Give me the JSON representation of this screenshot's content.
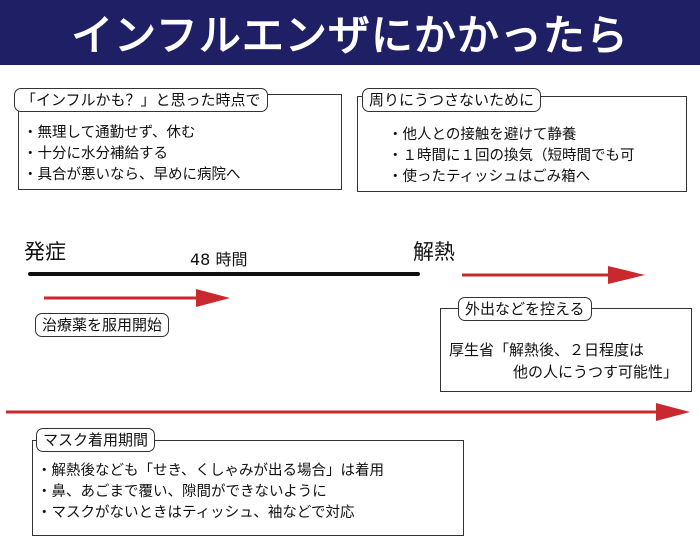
{
  "banner": {
    "title": "インフルエンザにかかったら"
  },
  "box_suspect": {
    "label": "「インフルかも？」と思った時点で",
    "items": [
      "無理して通勤せず、休む",
      "十分に水分補給する",
      "具合が悪いなら、早めに病院へ"
    ]
  },
  "box_prevent": {
    "label": "周りにうつさないために",
    "items": [
      "他人との接触を避けて静養",
      "１時間に１回の換気（短時間でも可",
      "使ったティッシュはごみ箱へ"
    ]
  },
  "timeline": {
    "onset": "発症",
    "hours": "48 時間",
    "fever_break": "解熱"
  },
  "treatment_label": "治療薬を服用開始",
  "box_outing": {
    "label": "外出などを控える",
    "line1": "厚生省「解熱後、２日程度は",
    "line2": "他の人にうつす可能性」"
  },
  "box_mask": {
    "label": "マスク着用期間",
    "items": [
      "解熱後なども「せき、くしゃみが出る場合」は着用",
      "鼻、あごまで覆い、隙間ができないように",
      "マスクがないときはティッシュ、袖などで対応"
    ]
  },
  "colors": {
    "banner": "#1f1f66",
    "arrow": "#c8282e",
    "line": "#111111"
  }
}
